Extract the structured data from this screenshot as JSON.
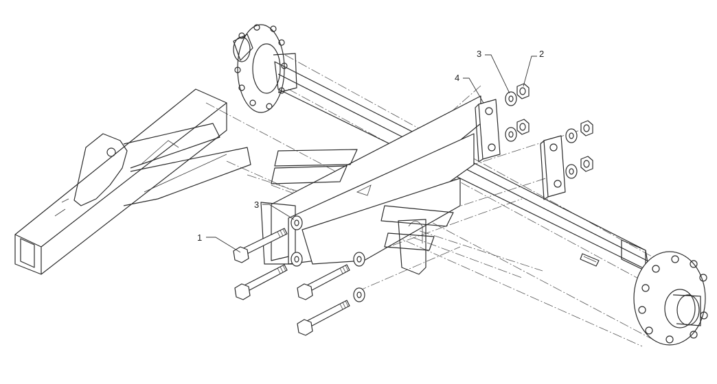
{
  "callouts": [
    {
      "id": "bolt",
      "label": "1"
    },
    {
      "id": "nut",
      "label": "2"
    },
    {
      "id": "washer-upper",
      "label": "3"
    },
    {
      "id": "washer-lower",
      "label": "3"
    },
    {
      "id": "plate",
      "label": "4"
    }
  ],
  "colors": {
    "line": "#2a2a2a",
    "background": "#ffffff"
  }
}
